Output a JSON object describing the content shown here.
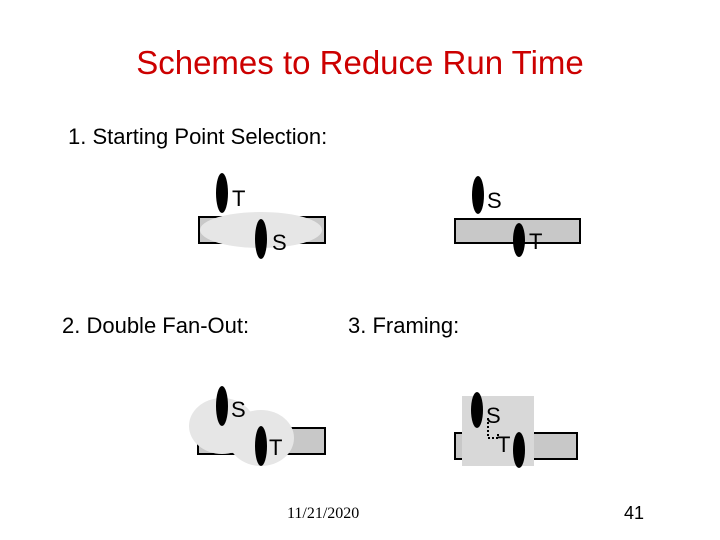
{
  "slide": {
    "title": "Schemes to Reduce Run Time",
    "scheme1_label": "1. Starting Point Selection:",
    "scheme2_label": "2. Double Fan-Out:",
    "scheme3_label": "3. Framing:",
    "date": "11/21/2020",
    "page_number": "41"
  },
  "diagram_letters": {
    "s1_left_top": "T",
    "s1_left_bottom": "S",
    "s1_right_top": "S",
    "s1_right_bottom": "T",
    "s2_top": "S",
    "s2_bottom": "T",
    "s3_top": "S",
    "s3_bottom": "T"
  },
  "colors": {
    "title": "#cc0000",
    "bar_fill": "#c8c8c8",
    "highlight": "#e6e6e6",
    "frame": "#d8d8d8",
    "marker": "#000000"
  }
}
